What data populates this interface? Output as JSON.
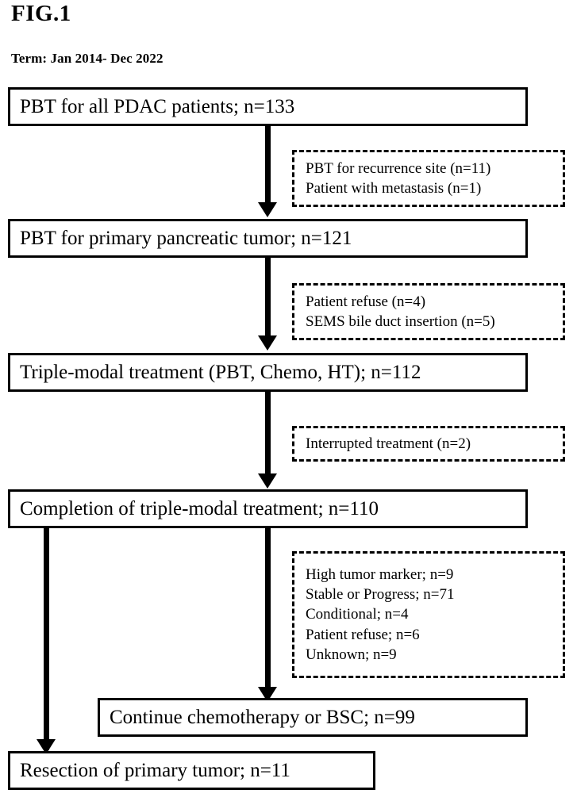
{
  "figure": {
    "title": "FIG.1",
    "term": "Term: Jan 2014- Dec 2022"
  },
  "nodes": [
    {
      "id": "n1",
      "label": "PBT for all PDAC patients; n=133"
    },
    {
      "id": "n2",
      "label": "PBT for primary pancreatic tumor; n=121"
    },
    {
      "id": "n3",
      "label": "Triple-modal treatment (PBT, Chemo, HT); n=112"
    },
    {
      "id": "n4",
      "label": "Completion of triple-modal treatment; n=110"
    },
    {
      "id": "n5",
      "label": "Continue chemotherapy or BSC; n=99"
    },
    {
      "id": "n6",
      "label": "Resection of primary tumor; n=11"
    }
  ],
  "exclusions": [
    {
      "id": "e1",
      "lines": [
        "PBT for recurrence site (n=11)",
        "Patient with metastasis (n=1)"
      ]
    },
    {
      "id": "e2",
      "lines": [
        "Patient refuse (n=4)",
        "SEMS bile duct insertion (n=5)"
      ]
    },
    {
      "id": "e3",
      "lines": [
        "Interrupted treatment (n=2)"
      ]
    },
    {
      "id": "e4",
      "lines": [
        "High tumor marker; n=9",
        "Stable or Progress; n=71",
        "Conditional; n=4",
        "Patient refuse; n=6",
        "Unknown; n=9"
      ]
    }
  ],
  "chart_data": {
    "type": "flowchart",
    "title": "FIG.1",
    "subtitle": "Term: Jan 2014- Dec 2022",
    "orientation": "top-to-bottom",
    "nodes": [
      {
        "id": "n1",
        "label": "PBT for all PDAC patients",
        "n": 133
      },
      {
        "id": "n2",
        "label": "PBT for primary pancreatic tumor",
        "n": 121
      },
      {
        "id": "n3",
        "label": "Triple-modal treatment (PBT, Chemo, HT)",
        "n": 112
      },
      {
        "id": "n4",
        "label": "Completion of triple-modal treatment",
        "n": 110
      },
      {
        "id": "n5",
        "label": "Continue chemotherapy or BSC",
        "n": 99
      },
      {
        "id": "n6",
        "label": "Resection of primary tumor",
        "n": 11
      }
    ],
    "exclusions": [
      {
        "after": "n1",
        "items": [
          {
            "label": "PBT for recurrence site",
            "n": 11
          },
          {
            "label": "Patient with metastasis",
            "n": 1
          }
        ]
      },
      {
        "after": "n2",
        "items": [
          {
            "label": "Patient refuse",
            "n": 4
          },
          {
            "label": "SEMS bile duct insertion",
            "n": 5
          }
        ]
      },
      {
        "after": "n3",
        "items": [
          {
            "label": "Interrupted treatment",
            "n": 2
          }
        ]
      },
      {
        "after": "n4",
        "items": [
          {
            "label": "High tumor marker",
            "n": 9
          },
          {
            "label": "Stable or Progress",
            "n": 71
          },
          {
            "label": "Conditional",
            "n": 4
          },
          {
            "label": "Patient refuse",
            "n": 6
          },
          {
            "label": "Unknown",
            "n": 9
          }
        ]
      }
    ],
    "edges": [
      {
        "from": "n1",
        "to": "n2"
      },
      {
        "from": "n2",
        "to": "n3"
      },
      {
        "from": "n3",
        "to": "n4"
      },
      {
        "from": "n4",
        "to": "n5"
      },
      {
        "from": "n4",
        "to": "n6"
      }
    ]
  }
}
